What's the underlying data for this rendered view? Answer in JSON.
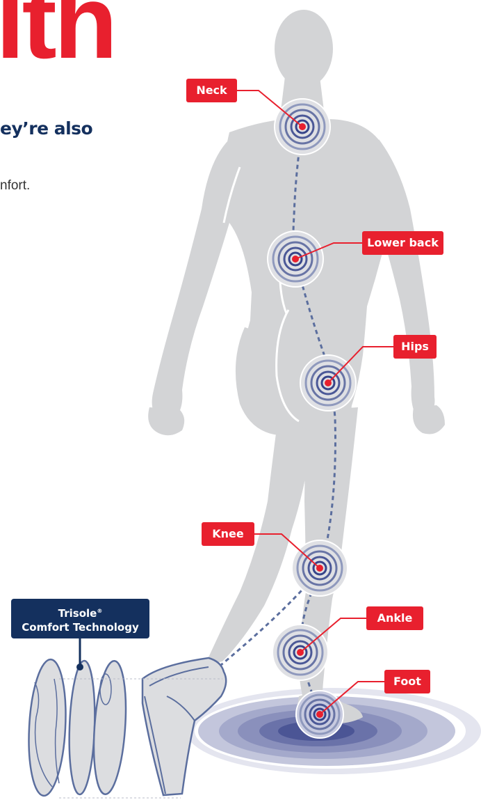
{
  "header": {
    "title_fragment": "lth",
    "subtitle_fragment": "ey’re also",
    "body_fragment": "nfort."
  },
  "labels": {
    "neck": "Neck",
    "lower_back": "Lower back",
    "hips": "Hips",
    "knee": "Knee",
    "ankle": "Ankle",
    "foot": "Foot"
  },
  "callout": {
    "line1": "Trisole",
    "registered": "®",
    "line2": "Comfort Technology"
  },
  "colors": {
    "accent_red": "#e8202e",
    "navy": "#14305e",
    "body_gray": "#d3d4d6",
    "spine_blue": "#5b6e9e"
  }
}
